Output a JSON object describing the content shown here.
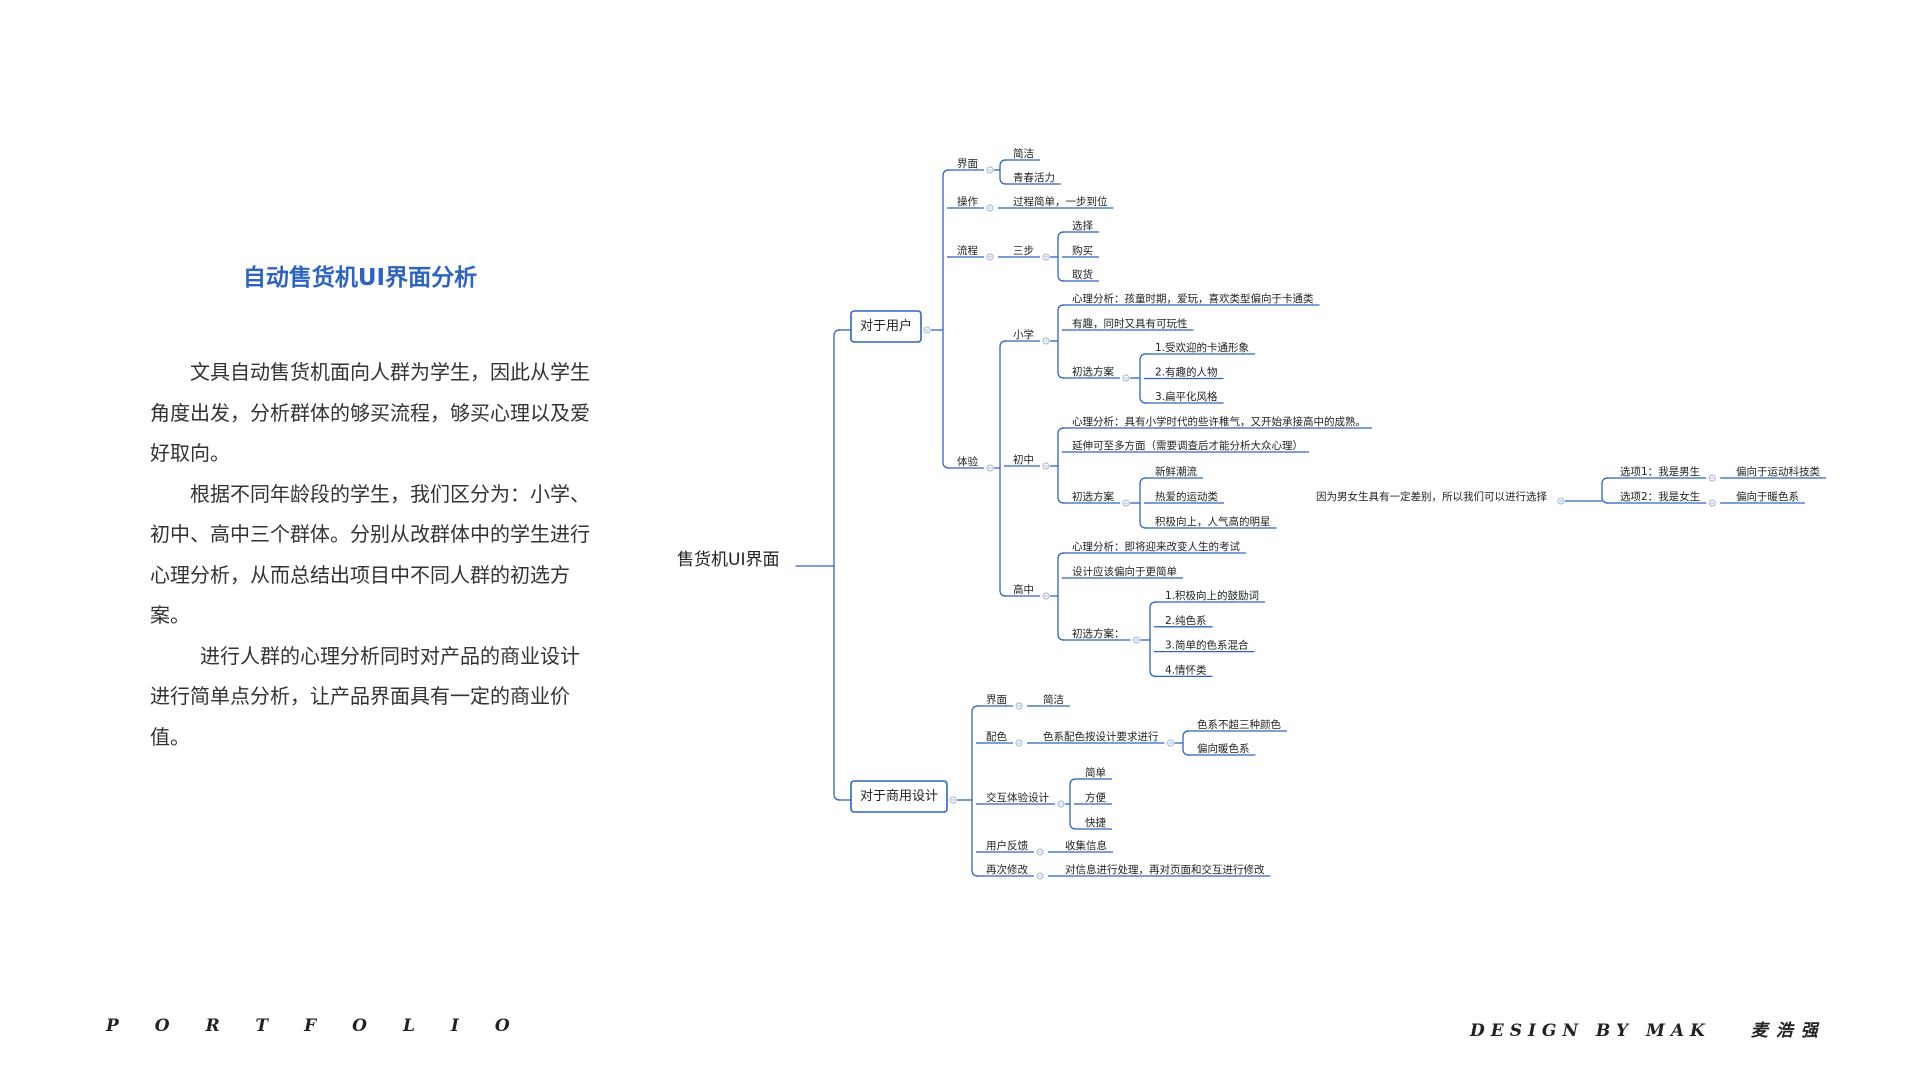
{
  "left_panel": {
    "title": "自动售货机UI界面分析",
    "paragraphs": [
      "文具自动售货机面向人群为学生，因此从学生角度出发，分析群体的够买流程，够买心理以及爱好取向。",
      "根据不同年龄段的学生，我们区分为：小学、初中、高中三个群体。分别从改群体中的学生进行心理分析，从而总结出项目中不同人群的初选方案。",
      "进行人群的心理分析同时对产品的商业设计进行简单点分析，让产品界面具有一定的商业价值。"
    ]
  },
  "footer": {
    "left": "PORTFOLIO",
    "right": "DESIGN BY MAK",
    "signature": "麦浩强"
  },
  "mindmap": {
    "line_color": "#2e63c6",
    "root": "售货机UI界面",
    "user": {
      "label": "对于用户",
      "ui": {
        "label": "界面",
        "items": [
          "简洁",
          "青春活力"
        ]
      },
      "op": {
        "label": "操作",
        "item": "过程简单，一步到位"
      },
      "flow": {
        "label": "流程",
        "sub": "三步",
        "items": [
          "选择",
          "购买",
          "取货"
        ]
      },
      "exp": {
        "label": "体验",
        "primary": {
          "label": "小学",
          "psych": "心理分析：孩童时期，爱玩，喜欢类型偏向于卡通类",
          "fun": "有趣，同时又具有可玩性",
          "plan": {
            "label": "初选方案",
            "items": [
              "1.受欢迎的卡通形象",
              "2.有趣的人物",
              "3.扁平化风格"
            ]
          }
        },
        "middle": {
          "label": "初中",
          "psych": "心理分析：具有小学时代的些许稚气，又开始承接高中的成熟。",
          "ext": "延伸可至多方面（需要调查后才能分析大众心理）",
          "plan": {
            "label": "初选方案",
            "items": [
              "新鲜潮流",
              "热爱的运动类",
              "积极向上，人气高的明星"
            ]
          },
          "gender": "因为男女生具有一定差别，所以我们可以进行选择",
          "options": [
            {
              "option": "选项1：我是男生",
              "result": "偏向于运动科技类"
            },
            {
              "option": "选项2：我是女生",
              "result": "偏向于暖色系"
            }
          ]
        },
        "high": {
          "label": "高中",
          "psych": "心理分析：即将迎来改变人生的考试",
          "design": "设计应该偏向于更简单",
          "plan": {
            "label": "初选方案：",
            "items": [
              "1.积极向上的鼓励词",
              "2.纯色系",
              "3.简单的色系混合",
              "4.情怀类"
            ]
          }
        }
      }
    },
    "biz": {
      "label": "对于商用设计",
      "ui": {
        "label": "界面",
        "item": "简洁"
      },
      "color": {
        "label": "配色",
        "sub": "色系配色按设计要求进行",
        "items": [
          "色系不超三种颜色",
          "偏向暖色系"
        ]
      },
      "interact": {
        "label": "交互体验设计",
        "items": [
          "简单",
          "方便",
          "快捷"
        ]
      },
      "feedback": {
        "label": "用户反馈",
        "item": "收集信息"
      },
      "revise": {
        "label": "再次修改",
        "item": "对信息进行处理，再对页面和交互进行修改"
      }
    }
  }
}
